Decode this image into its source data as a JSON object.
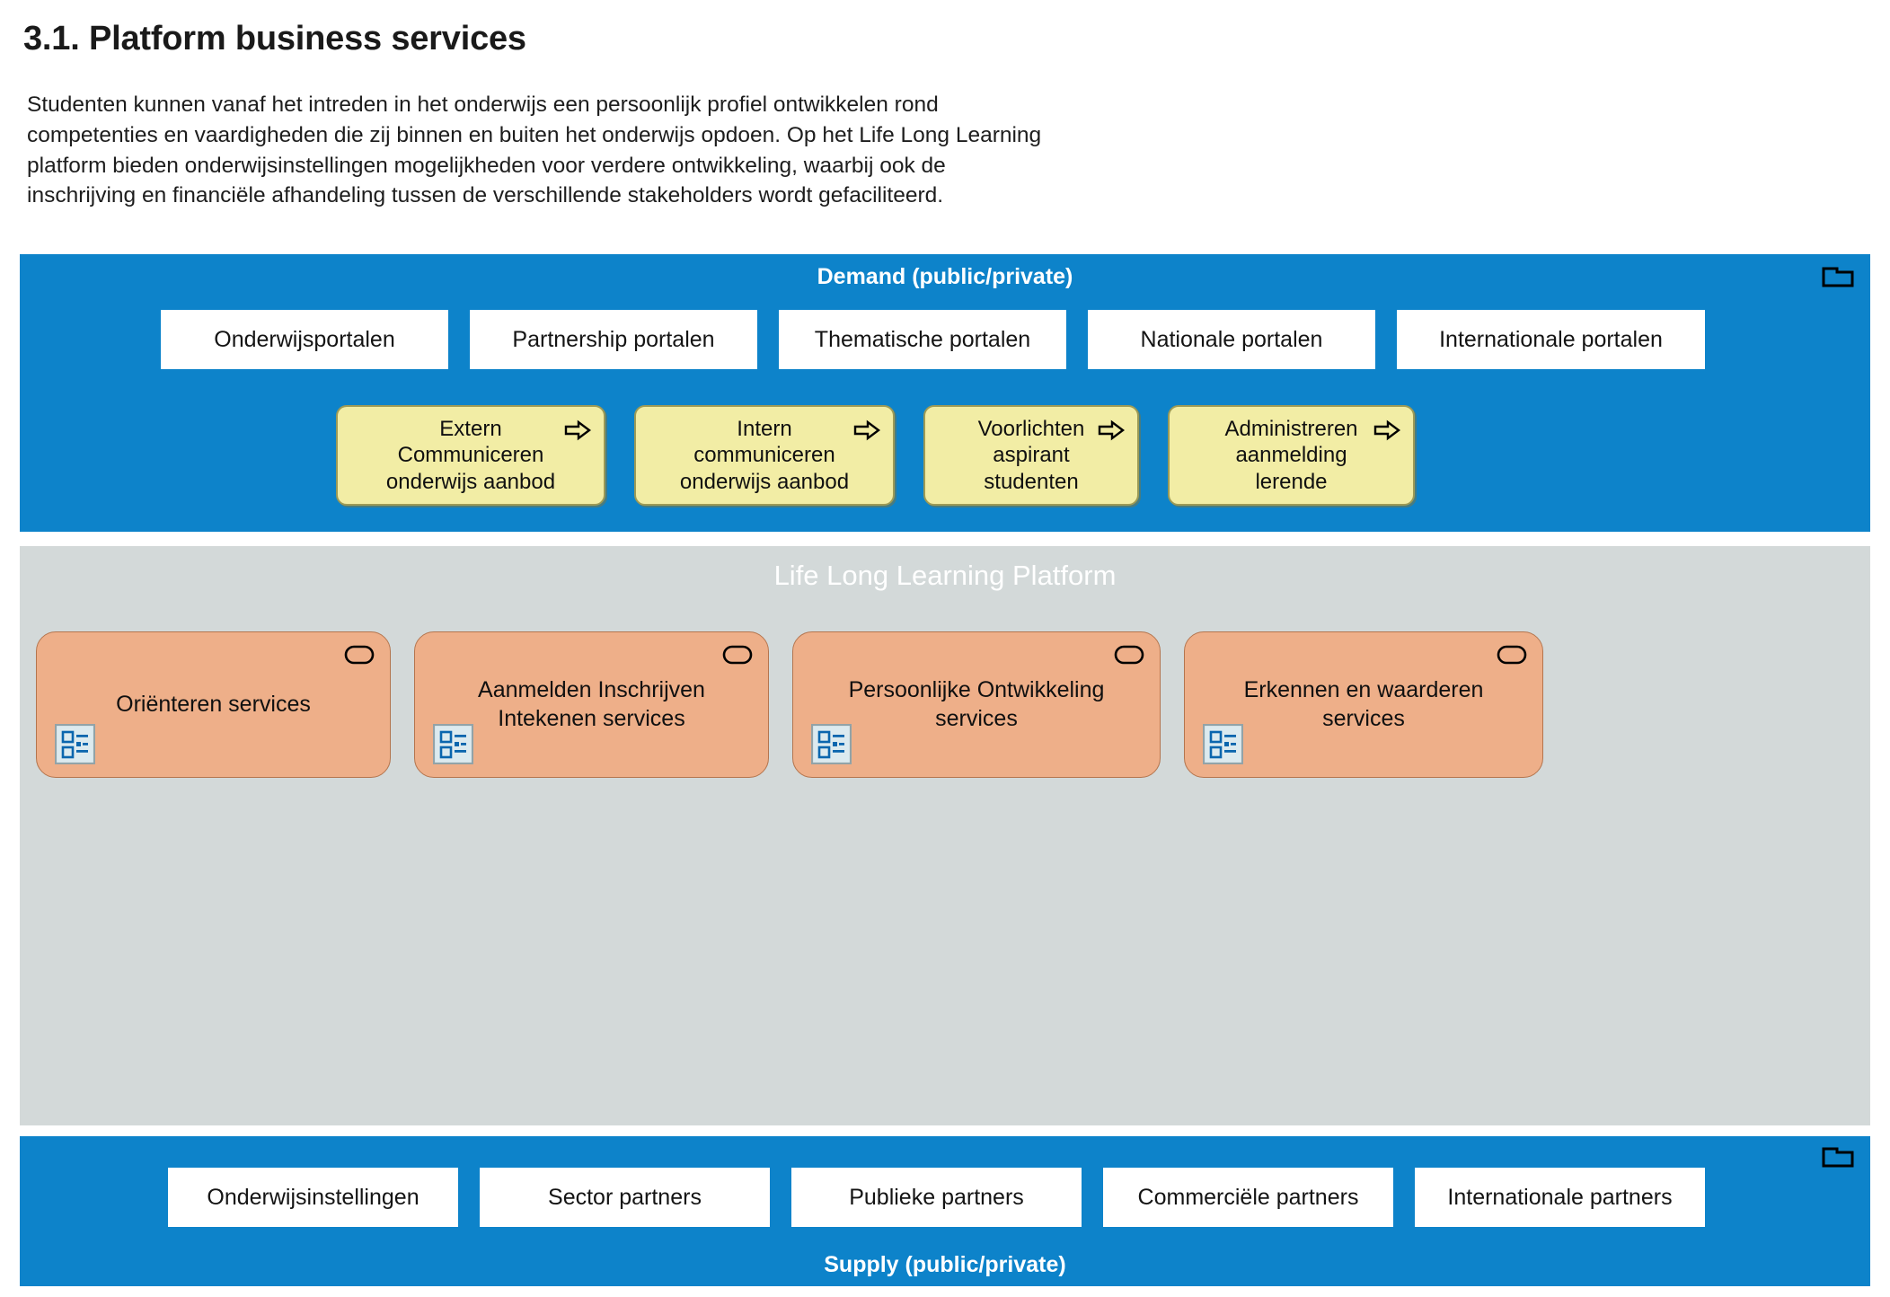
{
  "document": {
    "heading": "3.1. Platform business services",
    "intro": "Studenten kunnen vanaf het intreden in het onderwijs een persoonlijk profiel ontwikkelen rond competenties en vaardigheden die zij binnen en buiten het onderwijs opdoen. Op het Life Long Learning platform bieden onderwijsinstellingen mogelijkheden voor verdere ontwikkeling, waarbij ook de inschrijving en financiële afhandeling tussen de verschillende stakeholders wordt gefaciliteerd."
  },
  "colors": {
    "band_blue": "#0d83ca",
    "band_gray": "#d3d9d9",
    "process_yellow": "#f2eda5",
    "process_border": "#9c9a56",
    "service_orange": "#eeaf89",
    "service_border": "#b4754e",
    "white_box": "#ffffff",
    "icon_blue": "#0b66ae"
  },
  "demand_band": {
    "title": "Demand (public/private)",
    "corner_icon": "folder-icon",
    "portals": [
      {
        "label": "Onderwijsportalen"
      },
      {
        "label": "Partnership portalen"
      },
      {
        "label": "Thematische portalen"
      },
      {
        "label": "Nationale portalen"
      },
      {
        "label": "Internationale portalen"
      }
    ],
    "processes": [
      {
        "lines": [
          "Extern",
          "Communiceren",
          "onderwijs aanbod"
        ],
        "icon": "process-arrow-icon"
      },
      {
        "lines": [
          "Intern",
          "communiceren",
          "onderwijs aanbod"
        ],
        "icon": "process-arrow-icon"
      },
      {
        "lines": [
          "Voorlichten",
          "aspirant",
          "studenten"
        ],
        "icon": "process-arrow-icon"
      },
      {
        "lines": [
          "Administreren",
          "aanmelding",
          "lerende"
        ],
        "icon": "process-arrow-icon"
      }
    ]
  },
  "platform_band": {
    "title": "Life Long Learning Platform",
    "services": [
      {
        "lines": [
          "Oriënteren services"
        ],
        "badge_icon": "service-badge-icon",
        "catalog_icon": "catalog-icon"
      },
      {
        "lines": [
          "Aanmelden Inschrijven",
          "Intekenen services"
        ],
        "badge_icon": "service-badge-icon",
        "catalog_icon": "catalog-icon"
      },
      {
        "lines": [
          "Persoonlijke Ontwikkeling",
          "services"
        ],
        "badge_icon": "service-badge-icon",
        "catalog_icon": "catalog-icon"
      },
      {
        "lines": [
          "Erkennen en waarderen services"
        ],
        "badge_icon": "service-badge-icon",
        "catalog_icon": "catalog-icon"
      }
    ]
  },
  "supply_band": {
    "title": "Supply (public/private)",
    "corner_icon": "folder-icon",
    "partners": [
      {
        "label": "Onderwijsinstellingen"
      },
      {
        "label": "Sector partners"
      },
      {
        "label": "Publieke partners"
      },
      {
        "label": "Commerciële partners"
      },
      {
        "label": "Internationale partners"
      }
    ]
  }
}
